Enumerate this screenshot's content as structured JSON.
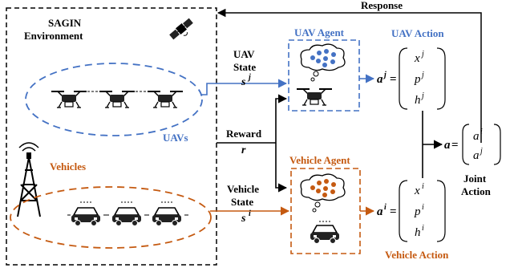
{
  "environment": {
    "title_line1": "SAGIN",
    "title_line2": "Environment"
  },
  "uavs_label": "UAVs",
  "vehicles_label": "Vehicles",
  "response_label": "Response",
  "uav_state": {
    "line1": "UAV",
    "line2": "State",
    "symbol": "s",
    "sup": "j"
  },
  "vehicle_state": {
    "line1": "Vehicle",
    "line2": "State",
    "symbol": "s",
    "sup": "i"
  },
  "reward": {
    "label": "Reward",
    "symbol": "r"
  },
  "uav_agent_label": "UAV Agent",
  "vehicle_agent_label": "Vehicle Agent",
  "uav_action": {
    "label": "UAV Action",
    "lhs": "a",
    "lhs_sup": "j",
    "rows": [
      {
        "base": "x",
        "sup": "j"
      },
      {
        "base": "p",
        "sup": "j"
      },
      {
        "base": "h",
        "sup": "j"
      }
    ]
  },
  "vehicle_action": {
    "label": "Vehicle Action",
    "lhs": "a",
    "lhs_sup": "i",
    "rows": [
      {
        "base": "x",
        "sup": "i"
      },
      {
        "base": "p",
        "sup": "i"
      },
      {
        "base": "h",
        "sup": "i"
      }
    ]
  },
  "joint_action": {
    "line1": "Joint",
    "line2": "Action",
    "lhs": "a",
    "rows": [
      {
        "base": "a",
        "sup": "i"
      },
      {
        "base": "a",
        "sup": "j"
      }
    ]
  },
  "colors": {
    "uav": "#4472c4",
    "vehicle": "#c55a11",
    "line": "#000000"
  }
}
